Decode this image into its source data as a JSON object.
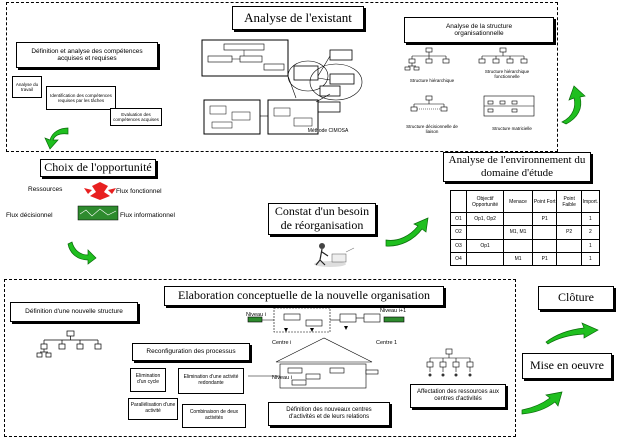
{
  "sections": {
    "analyse_existant": {
      "title": "Analyse de l'existant",
      "definition_box": "Définition et analyse des compétences acquises et requises",
      "sub_boxes": [
        "Analyse du travail",
        "Identification des compétences requises par les tâches",
        "Evaluation des compétences acquises"
      ],
      "method_label": "Méthode CIMOSA"
    },
    "analyse_structure": {
      "title": "Analyse de la structure organisationnelle",
      "structures": [
        "Structure hiérarchique",
        "Structure hiérarchique fonctionnelle",
        "Structure décisionnelle de liaison",
        "Structure matricielle"
      ]
    },
    "choix_opportunite": {
      "title": "Choix de l'opportunité",
      "flux": [
        "Ressources",
        "Flux fonctionnel",
        "Flux décisionnel",
        "Flux informationnel"
      ]
    },
    "constat": {
      "title": "Constat d'un besoin de réorganisation"
    },
    "analyse_environnement": {
      "title": "Analyse de l'environnement du domaine d'étude",
      "table": {
        "headers": [
          "",
          "Objectif Opportunité",
          "Menace",
          "Point Fort",
          "Point Faible",
          "Import."
        ],
        "rows": [
          [
            "O1",
            "Op1, Op2",
            "",
            "P1",
            "",
            "1"
          ],
          [
            "O2",
            "",
            "M1, M1",
            "",
            "P2",
            "2"
          ],
          [
            "O3",
            "Op1",
            "",
            "",
            "",
            "1"
          ],
          [
            "O4",
            "",
            "M1",
            "P1",
            "",
            "1"
          ]
        ]
      }
    },
    "elaboration": {
      "title": "Elaboration conceptuelle de la nouvelle organisation",
      "definition_structure": "Définition d'une nouvelle structure",
      "reconfiguration": "Reconfiguration des processus",
      "reconfig_boxes": [
        "Elimination d'un cycle",
        "Elimination d'une activité redondante",
        "Parallélisation d'une activité",
        "Combinaison de deux activités"
      ],
      "niveau_labels": [
        "Niveau i",
        "Niveau i+1",
        "Niveau i"
      ],
      "centre_labels": [
        "Centre i",
        "Centre 1"
      ],
      "definition_centres": "Définition des nouveaux centres d'activités et de leurs relations",
      "affectation": "Affectation des ressources aux centres d'activités"
    },
    "cloture": {
      "title": "Clôture"
    },
    "mise_en_oeuvre": {
      "title": "Mise en oeuvre"
    }
  },
  "colors": {
    "arrow_green": "#1fbf1f",
    "arrow_dark": "#0a6b0a",
    "flux_red": "#e82020",
    "flux_green": "#2e8b2e"
  }
}
